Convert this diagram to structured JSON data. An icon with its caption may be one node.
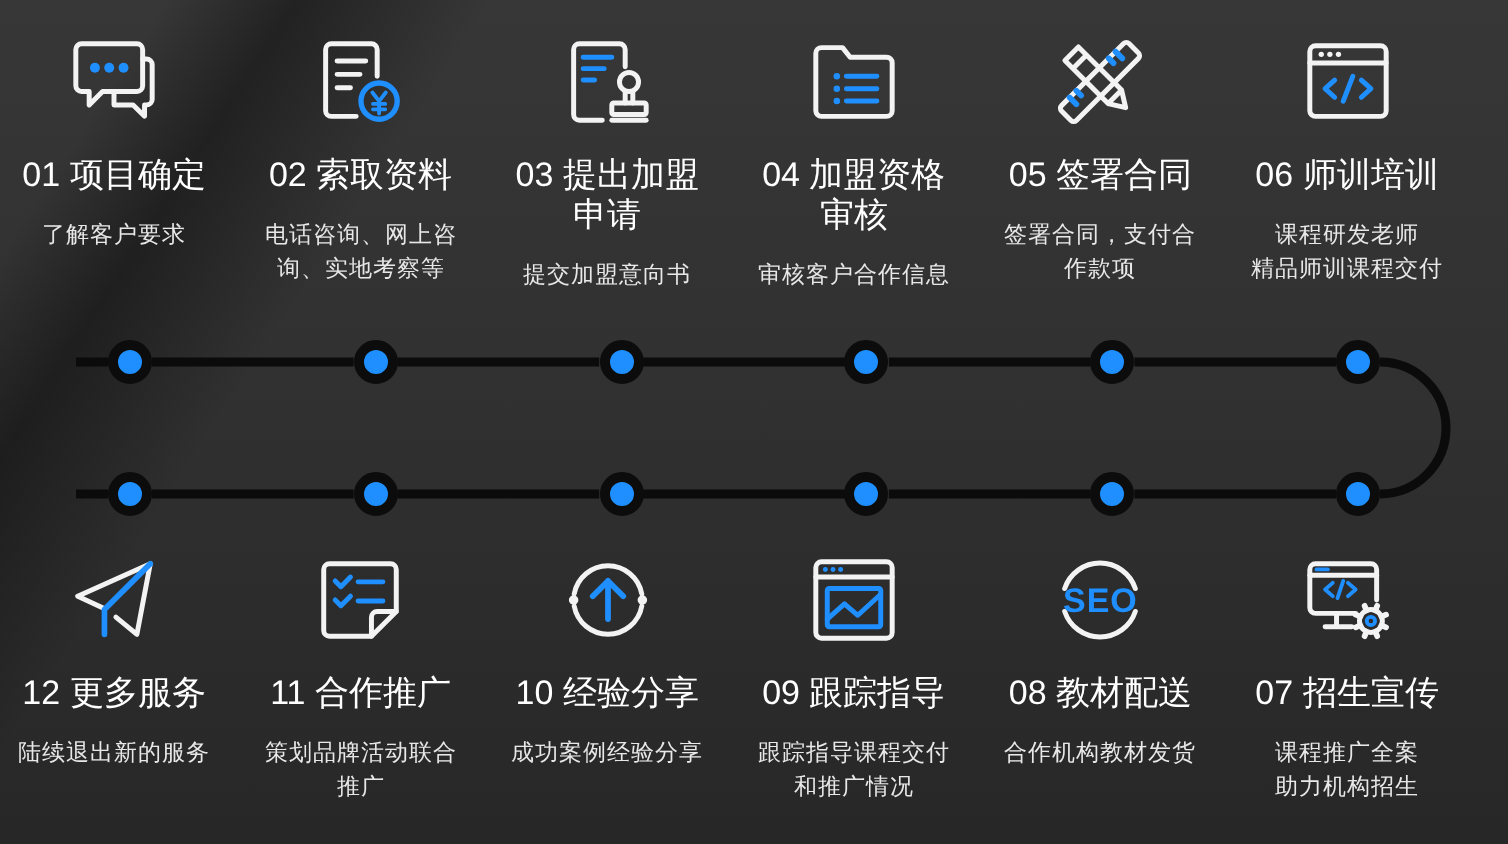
{
  "diagram": {
    "nodes": [
      {
        "text": [],
        "shape": "circle",
        "beside": [
          "01 项目确定",
          "了解客户要求"
        ]
      },
      {
        "text": [],
        "shape": "circle",
        "beside": [
          "02 索取资料",
          "电话咨询、网上咨询、实地考察等"
        ]
      },
      {
        "text": [],
        "shape": "circle",
        "beside": [
          "03 提出加盟申请",
          "提交加盟意向书"
        ]
      },
      {
        "text": [],
        "shape": "circle",
        "beside": [
          "04 加盟资格审核",
          "审核客户合作信息"
        ]
      },
      {
        "text": [],
        "shape": "circle",
        "beside": [
          "05 签署合同",
          "签署合同，支付合作款项"
        ]
      },
      {
        "text": [],
        "shape": "circle",
        "beside": [
          "06 师训培训",
          "课程研发老师",
          "精品师训课程交付"
        ]
      },
      {
        "text": [],
        "shape": "circle",
        "beside": [
          "07 招生宣传",
          "课程推广全案",
          "助力机构招生"
        ]
      },
      {
        "text": [],
        "shape": "circle",
        "beside": [
          "08 教材配送",
          "合作机构教材发货"
        ]
      },
      {
        "text": [],
        "shape": "circle",
        "beside": [
          "09 跟踪指导",
          "跟踪指导课程交付和推广情况"
        ]
      },
      {
        "text": [],
        "shape": "circle",
        "beside": [
          "10 经验分享",
          "成功案例经验分享"
        ]
      },
      {
        "text": [],
        "shape": "circle",
        "beside": [
          "11 合作推广",
          "策划品牌活动联合推广"
        ]
      },
      {
        "text": [],
        "shape": "circle",
        "beside": [
          "12 更多服务",
          "陆续退出新的服务"
        ]
      }
    ],
    "edges": [
      {
        "from": null,
        "to": 0,
        "arrow": "none"
      },
      {
        "from": 0,
        "to": 1,
        "arrow": "none"
      },
      {
        "from": 1,
        "to": 2,
        "arrow": "none"
      },
      {
        "from": 2,
        "to": 3,
        "arrow": "none"
      },
      {
        "from": 3,
        "to": 4,
        "arrow": "none"
      },
      {
        "from": 4,
        "to": 5,
        "arrow": "none"
      },
      {
        "from": 5,
        "to": 6,
        "arrow": "none"
      },
      {
        "from": 6,
        "to": 7,
        "arrow": "none"
      },
      {
        "from": 7,
        "to": 8,
        "arrow": "none"
      },
      {
        "from": 8,
        "to": 9,
        "arrow": "none"
      },
      {
        "from": 9,
        "to": 10,
        "arrow": "none"
      },
      {
        "from": 10,
        "to": 11,
        "arrow": "none"
      },
      {
        "from": 11,
        "to": null,
        "arrow": "none"
      }
    ],
    "labels": [
      "SEO"
    ]
  }
}
